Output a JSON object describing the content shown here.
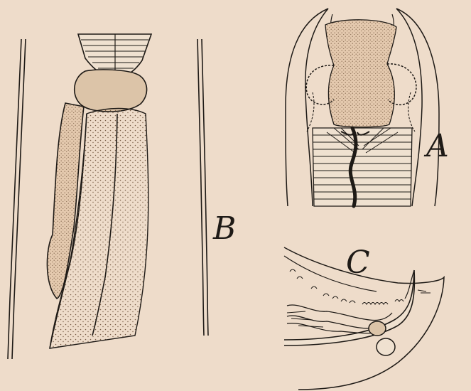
{
  "plate": {
    "labels": {
      "a": "A",
      "b": "B",
      "c": "C"
    },
    "colors": {
      "paper": "#eedcca",
      "ink": "#1e1a16",
      "stipple": "#8a6e54",
      "shade": "#d8c2a6"
    }
  }
}
